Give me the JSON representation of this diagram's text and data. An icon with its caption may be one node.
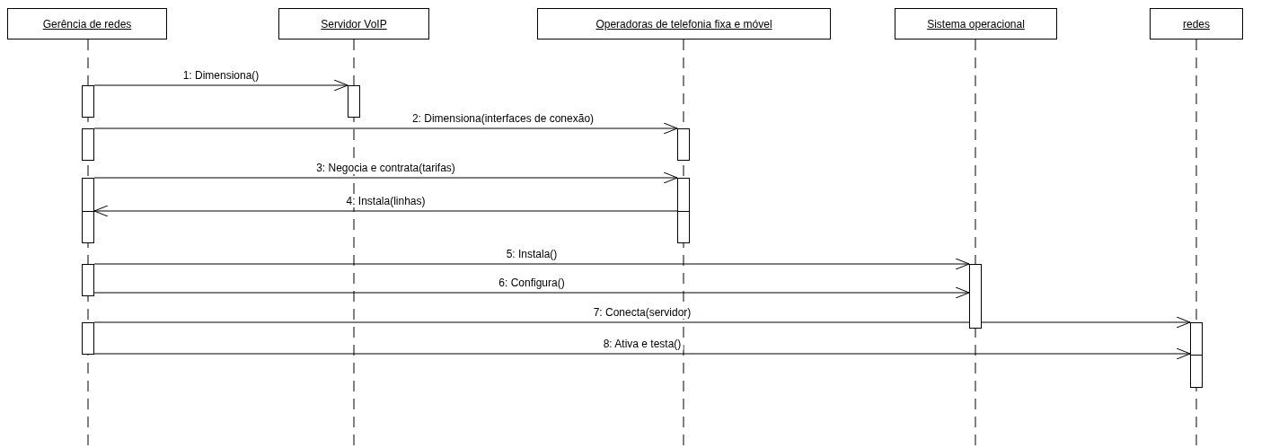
{
  "diagram": {
    "nodes": [
      {
        "text": [
          "Gerência de redes"
        ]
      },
      {
        "text": [
          "Servidor VoIP"
        ]
      },
      {
        "text": [
          "Operadoras de telefonia fixa e móvel"
        ]
      },
      {
        "text": [
          "Sistema operacional"
        ]
      },
      {
        "text": [
          "redes"
        ]
      },
      {
        "text": [],
        "shape": "bar"
      },
      {
        "text": [],
        "shape": "bar"
      },
      {
        "text": [],
        "shape": "bar"
      },
      {
        "text": [],
        "shape": "bar"
      },
      {
        "text": [],
        "shape": "bar"
      },
      {
        "text": [],
        "shape": "bar"
      },
      {
        "text": [],
        "shape": "bar"
      },
      {
        "text": [],
        "shape": "bar"
      },
      {
        "text": [],
        "shape": "bar"
      },
      {
        "text": [],
        "shape": "bar"
      }
    ],
    "edges": [
      {
        "from": 5,
        "to": 6,
        "arrow": "to",
        "label": "1: Dimensiona()"
      },
      {
        "from": 7,
        "to": 8,
        "arrow": "to",
        "label": "2: Dimensiona(interfaces de conexão)"
      },
      {
        "from": 9,
        "to": 10,
        "arrow": "to",
        "label": "3: Negocia e contrata(tarifas)"
      },
      {
        "from": 10,
        "to": 9,
        "arrow": "to",
        "label": "4: Instala(linhas)"
      },
      {
        "from": 11,
        "to": 12,
        "arrow": "to",
        "label": "5: Instala()"
      },
      {
        "from": 11,
        "to": 12,
        "arrow": "to",
        "label": "6: Configura()"
      },
      {
        "from": 13,
        "to": 14,
        "arrow": "to",
        "label": "7: Conecta(servidor)"
      },
      {
        "from": 13,
        "to": 14,
        "arrow": "to",
        "label": "8: Ativa e testa()"
      }
    ]
  }
}
